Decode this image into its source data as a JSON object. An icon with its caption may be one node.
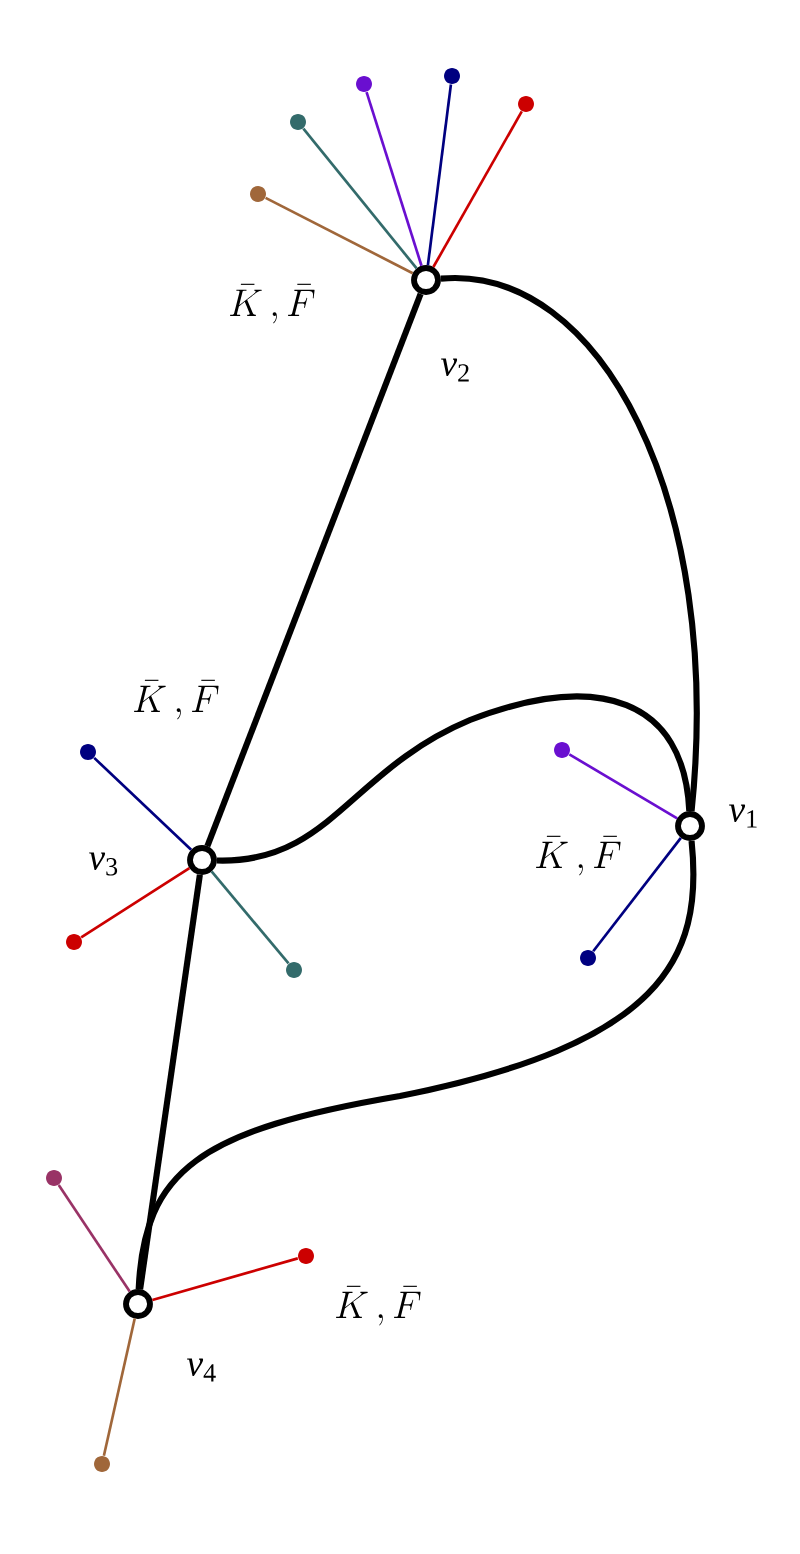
{
  "diagram": {
    "nodes": [
      {
        "text": [],
        "shape": "circle",
        "beside": [
          "*v*$_{1}$"
        ]
      },
      {
        "text": [],
        "shape": "circle",
        "beside": [
          "*v*$_{2}$"
        ]
      },
      {
        "text": [],
        "shape": "circle",
        "beside": [
          "*v*$_{3}$"
        ]
      },
      {
        "text": [],
        "shape": "circle",
        "beside": [
          "*v*$_{4}$"
        ]
      },
      {
        "text": [],
        "shape": "circle"
      },
      {
        "text": [],
        "shape": "circle"
      },
      {
        "text": [],
        "shape": "circle"
      },
      {
        "text": [],
        "shape": "circle"
      },
      {
        "text": [],
        "shape": "circle"
      },
      {
        "text": [],
        "shape": "circle"
      },
      {
        "text": [],
        "shape": "circle"
      },
      {
        "text": [],
        "shape": "circle"
      },
      {
        "text": [],
        "shape": "circle"
      },
      {
        "text": [],
        "shape": "circle"
      },
      {
        "text": [],
        "shape": "circle"
      },
      {
        "text": [],
        "shape": "circle"
      },
      {
        "text": [],
        "shape": "circle"
      }
    ],
    "edges": [
      {
        "from": 1,
        "to": 2,
        "arrow": "none",
        "style": "thick",
        "color": "#000000"
      },
      {
        "from": 2,
        "to": 3,
        "arrow": "none",
        "style": "thick",
        "color": "#000000"
      },
      {
        "from": 1,
        "to": 0,
        "arrow": "none",
        "style": "thick",
        "color": "#000000"
      },
      {
        "from": 2,
        "to": 0,
        "arrow": "none",
        "style": "thick",
        "color": "#000000"
      },
      {
        "from": 3,
        "to": 0,
        "arrow": "none",
        "style": "thick",
        "color": "#000000"
      },
      {
        "from": 1,
        "to": 4,
        "arrow": "none",
        "color": "#a0673a"
      },
      {
        "from": 1,
        "to": 5,
        "arrow": "none",
        "color": "#336b6b"
      },
      {
        "from": 1,
        "to": 6,
        "arrow": "none",
        "color": "#6a0fd0"
      },
      {
        "from": 1,
        "to": 7,
        "arrow": "none",
        "color": "#000080"
      },
      {
        "from": 1,
        "to": 8,
        "arrow": "none",
        "color": "#cc0000"
      },
      {
        "from": 2,
        "to": 9,
        "arrow": "none",
        "color": "#000080"
      },
      {
        "from": 2,
        "to": 10,
        "arrow": "none",
        "color": "#cc0000"
      },
      {
        "from": 2,
        "to": 11,
        "arrow": "none",
        "color": "#336b6b"
      },
      {
        "from": 0,
        "to": 12,
        "arrow": "none",
        "color": "#6a0fd0"
      },
      {
        "from": 0,
        "to": 13,
        "arrow": "none",
        "color": "#000080"
      },
      {
        "from": 3,
        "to": 14,
        "arrow": "none",
        "color": "#993366"
      },
      {
        "from": 3,
        "to": 15,
        "arrow": "none",
        "color": "#cc0000"
      },
      {
        "from": 3,
        "to": 16,
        "arrow": "none",
        "color": "#a0673a"
      }
    ],
    "labels": [
      "\\bar{K}\\,,\\bar{F}",
      "\\bar{K}\\,,\\bar{F}",
      "\\bar{K}\\,,\\bar{F}",
      "\\bar{K}\\,,\\bar{F}"
    ]
  }
}
